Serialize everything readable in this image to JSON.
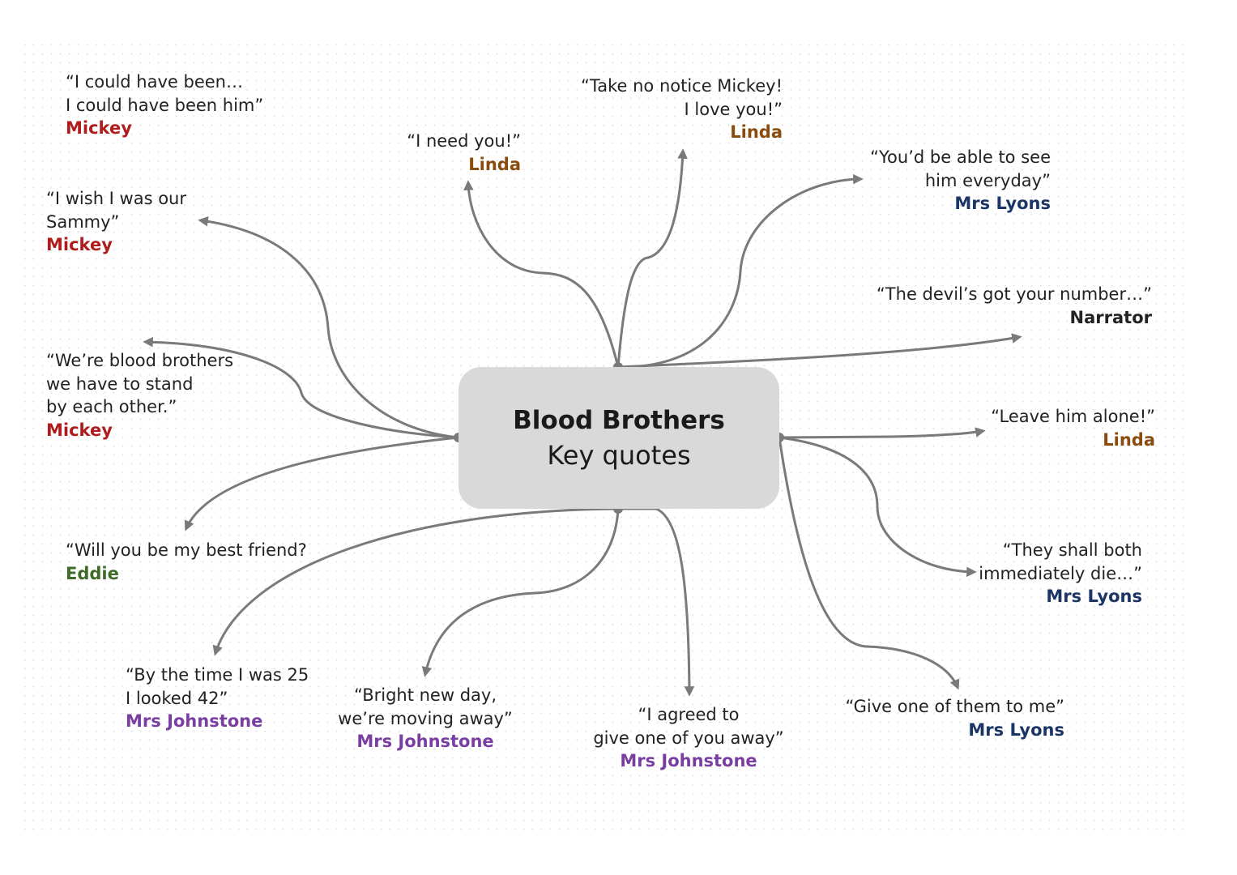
{
  "central": {
    "title": "Blood Brothers",
    "subtitle": "Key quotes"
  },
  "colors": {
    "mickey": "#b01c1c",
    "linda": "#8a4b0e",
    "mrs_lyons": "#1b3566",
    "narrator": "#222222",
    "eddie": "#3e6b28",
    "mrs_johnstone": "#7a3ea3",
    "connector": "#7a7a7a",
    "central_fill": "#d9d9d9"
  },
  "nodes": [
    {
      "id": "could-have-been",
      "quote": "“I could have been…\nI could have been him”",
      "speaker": "Mickey",
      "speaker_color": "#b01c1c"
    },
    {
      "id": "wish-sammy",
      "quote": "“I wish I was our\nSammy”",
      "speaker": "Mickey",
      "speaker_color": "#b01c1c"
    },
    {
      "id": "blood-brothers",
      "quote": "“We’re blood brothers\nwe have to stand\nby each other.”",
      "speaker": "Mickey",
      "speaker_color": "#b01c1c"
    },
    {
      "id": "best-friend",
      "quote": "“Will you be my best friend?",
      "speaker": "Eddie",
      "speaker_color": "#3e6b28"
    },
    {
      "id": "time-25",
      "quote": "“By the time I was 25\nI looked 42”",
      "speaker": "Mrs Johnstone",
      "speaker_color": "#7a3ea3"
    },
    {
      "id": "bright-new-day",
      "quote": "“Bright new day,\nwe’re moving away”",
      "speaker": "Mrs Johnstone",
      "speaker_color": "#7a3ea3"
    },
    {
      "id": "agreed-give",
      "quote": "“I agreed to\ngive one of you away”",
      "speaker": "Mrs Johnstone",
      "speaker_color": "#7a3ea3"
    },
    {
      "id": "give-one",
      "quote": "“Give one of them to me”",
      "speaker": "Mrs Lyons",
      "speaker_color": "#1b3566"
    },
    {
      "id": "both-die",
      "quote": "“They shall both\nimmediately die…”",
      "speaker": "Mrs Lyons",
      "speaker_color": "#1b3566"
    },
    {
      "id": "leave-alone",
      "quote": "“Leave him alone!”",
      "speaker": "Linda",
      "speaker_color": "#8a4b0e"
    },
    {
      "id": "devils-number",
      "quote": "“The devil’s got your number…”",
      "speaker": "Narrator",
      "speaker_color": "#222222"
    },
    {
      "id": "see-everyday",
      "quote": "“You’d be able to see\nhim everyday”",
      "speaker": "Mrs Lyons",
      "speaker_color": "#1b3566"
    },
    {
      "id": "take-no-notice",
      "quote": "“Take no notice Mickey!\nI love you!”",
      "speaker": "Linda",
      "speaker_color": "#8a4b0e"
    },
    {
      "id": "need-you",
      "quote": "“I need you!”",
      "speaker": "Linda",
      "speaker_color": "#8a4b0e"
    }
  ]
}
